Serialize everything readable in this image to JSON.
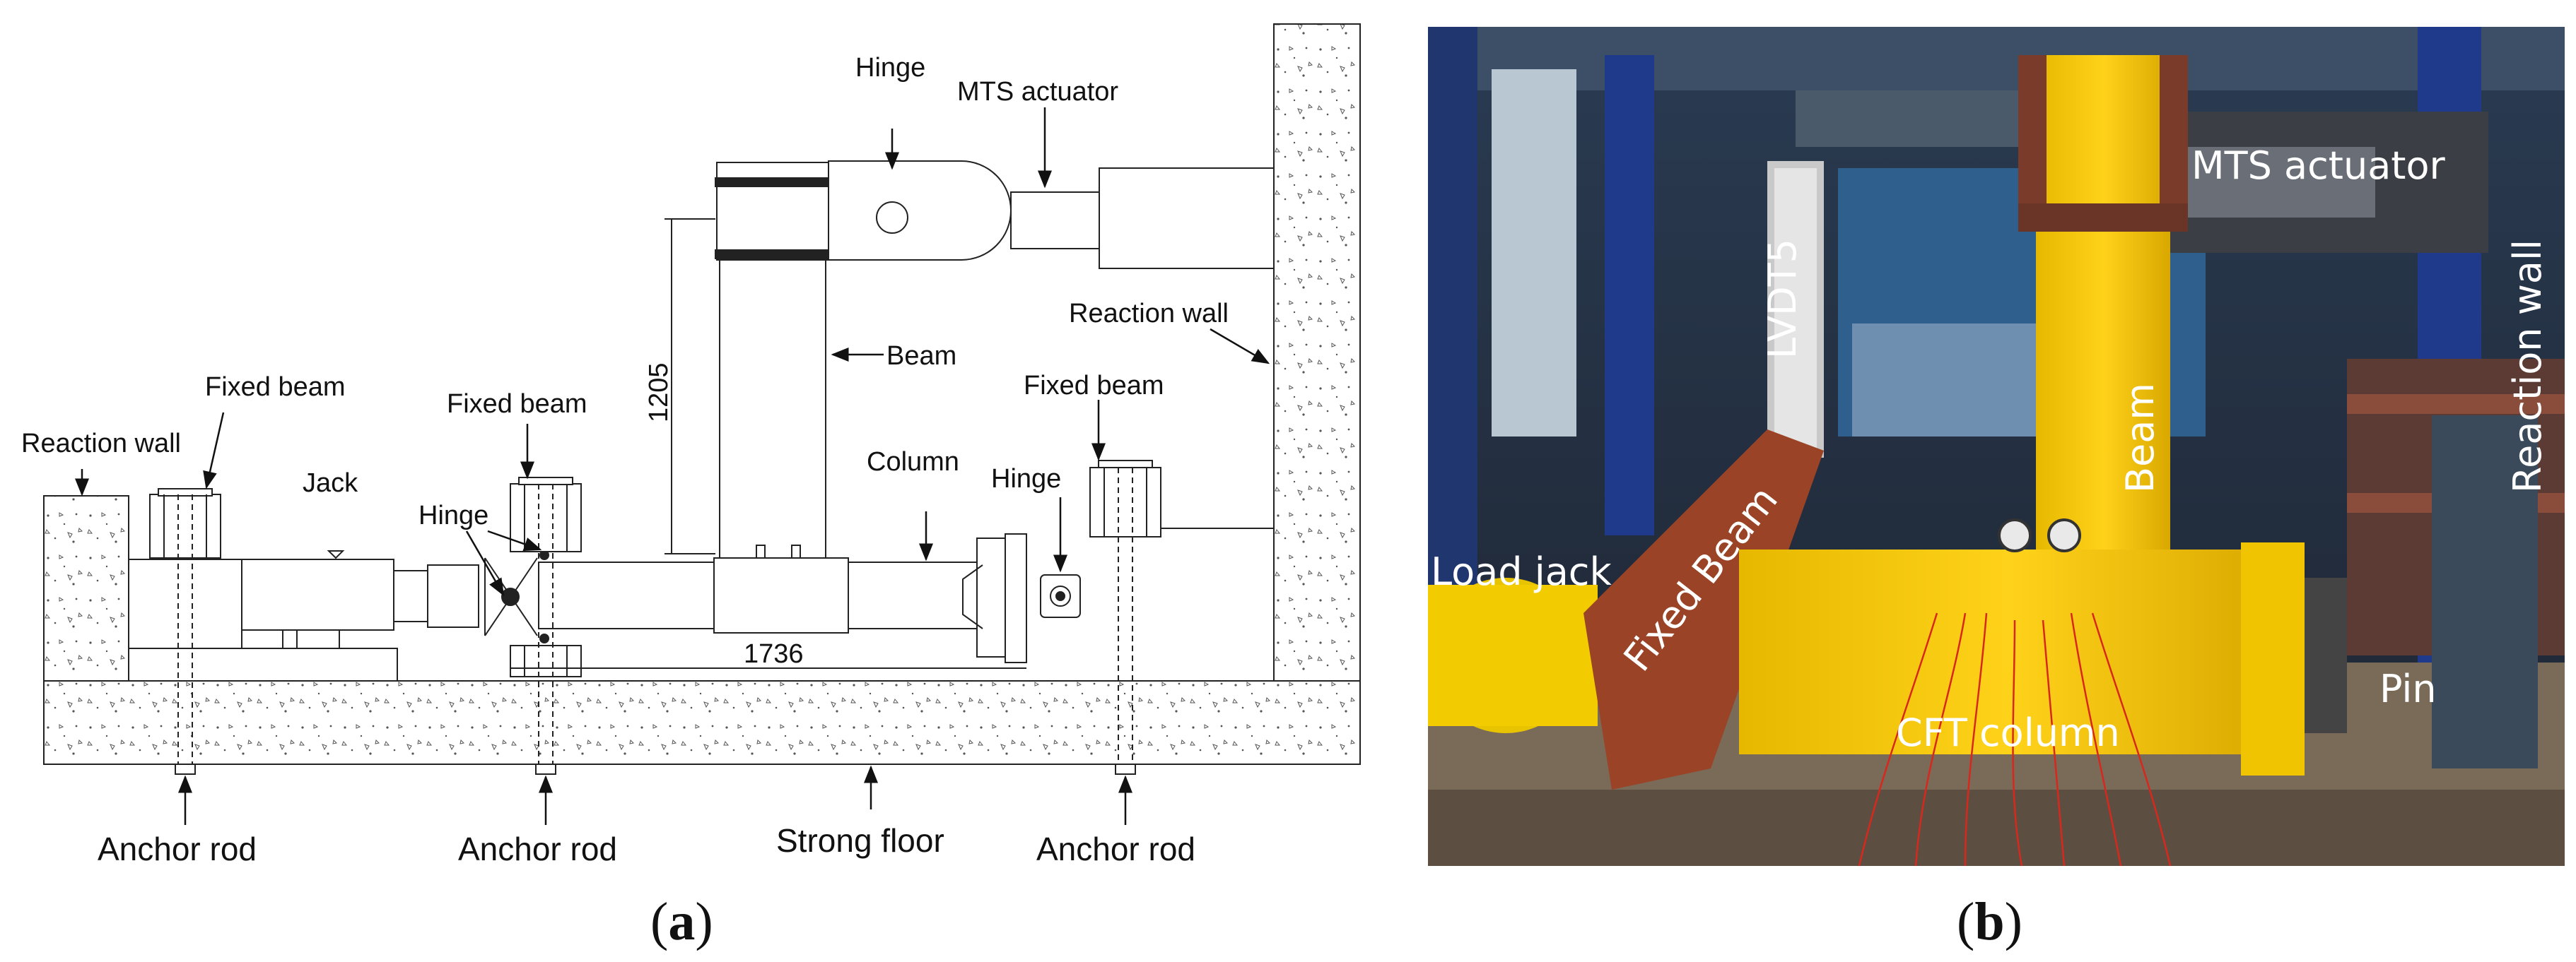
{
  "panel_a": {
    "labels": {
      "hinge_top": "Hinge",
      "mts_actuator": "MTS actuator",
      "reaction_wall_right": "Reaction wall",
      "beam": "Beam",
      "dim_1205": "1205",
      "fixed_beam_left": "Fixed beam",
      "fixed_beam_mid": "Fixed beam",
      "fixed_beam_right": "Fixed beam",
      "reaction_wall_left": "Reaction wall",
      "jack": "Jack",
      "hinge_left": "Hinge",
      "column": "Column",
      "hinge_right": "Hinge",
      "dim_1736": "1736",
      "anchor_rod_1": "Anchor rod",
      "anchor_rod_2": "Anchor rod",
      "strong_floor": "Strong floor",
      "anchor_rod_3": "Anchor rod"
    },
    "caption": {
      "open": "(",
      "letter": "a",
      "close": ")"
    }
  },
  "panel_b": {
    "labels": {
      "mts_actuator": "MTS actuator",
      "lvdt5": "LVDT5",
      "reaction_wall": "Reaction wall",
      "beam": "Beam",
      "fixed_beam": "Fixed Beam",
      "load_jack": "Load jack",
      "pin": "Pin",
      "cft_column": "CFT column"
    },
    "caption": {
      "open": "(",
      "letter": "b",
      "close": ")"
    }
  }
}
